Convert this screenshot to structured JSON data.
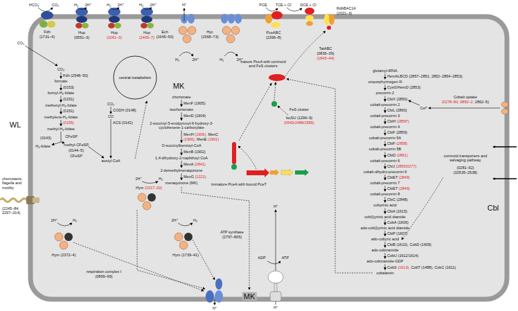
{
  "diagram": {
    "nodes": [
      {
        "text": [
          "central metabolism"
        ]
      }
    ],
    "labels": [
      "HCO₃⁻",
      "CO₂",
      "Fdh",
      "(1731–4)",
      "H₂",
      "2H⁺",
      "Hup",
      "(0551–3)",
      "H₂",
      "2H⁺",
      "Hup",
      "(1061–3)",
      "H₂",
      "2H⁺",
      "Hup",
      "(2405–7)",
      "H⁺",
      "Ech",
      "(1645–50)",
      "H₂",
      "2H⁺",
      "Hyc",
      "(1568–73)",
      "H₂",
      "2H⁺",
      "PCE",
      "TCE + Cl⁻",
      "DCE + Cl⁻",
      "PceABC",
      "(2396–8)",
      "RdhBAC14",
      "(2021–3)",
      "CO₂",
      "WL",
      "CO₂",
      "Fdh (2548–50)",
      "formate",
      "(0153)",
      "formyl-H₄-folate",
      "(0151)",
      "methenyl-H₄-folate",
      "(0151)",
      "methylene-H₄-folate",
      "(0155)",
      "methyl-H₄-folate",
      "(0143)",
      "CFeSP",
      "H₄-folate",
      "methyl-CFeSP",
      "(0144–5)",
      "CFeSP",
      "CO₂",
      "CODH (0148)",
      "CO",
      "ACS (0142)",
      "acetyl-CoA",
      "chemotaxis, flagella and motility",
      "(2245–84; 2297–314)",
      "MK",
      "chorismate",
      "MenF (1905)",
      "isochorismate",
      "MenD (1904)",
      "2-succinyl-5-enolpyruvyl-6-hydroxy-3-cyclohexene-1-carboxylate",
      "MenH",
      "(1906),",
      "MenC",
      "(1900),",
      "MenE",
      "(1901)",
      "O-succinylbenzoyl-CoA",
      "MenB (1902)",
      "1,4-dihydroxy-2-naphthoyl CoA",
      "MenA",
      "(2841)",
      "2-demethylmenaquinone",
      "MenG",
      "(1221)",
      "menaquinone (MK)",
      "2H⁺",
      "H₂",
      "Hym",
      "(2317–20)",
      "2H⁺",
      "H₂",
      "Hym",
      "(2372–4)",
      "2H⁺",
      "H₂",
      "Hym",
      "(1739–41)",
      "respiration complex I",
      "(0899–99)",
      "H⁺",
      "MK",
      "ATP synthase",
      "(2797–805)",
      "H⁺",
      "ADP",
      "ATP",
      "H⁺",
      "TatABC",
      "(0836–39)",
      "(1843–44)",
      "mature PceA with corrinoid and FeS clusters",
      "FeS cluster",
      "IscSU",
      "(1296–9)",
      "(0540/2488/2589)",
      "immature PceA with bound PceT",
      "glutamyl-tRNA",
      "HemALBCD (2857–2851; 2852–2854–2853)",
      "uroporphyrinogen III",
      "CysG/HemD (2853)",
      "precorrin 2",
      "CbiX (2850)",
      "cobalt-precorrin 2",
      "CbiL (2860)",
      "cobalt-precorrin 3",
      "CbiH",
      "(2856*)",
      "cobalt-precorrin 4",
      "CbiF (2859)",
      "cobalt-precorrin 5A",
      "CbiF",
      "(2858)",
      "cobalt-precorrin 5B",
      "CbiD",
      "(2861)",
      "cobalt-precorrin 6",
      "CbiJ",
      "(2855/0277)",
      "cobalt-dihydro-precorrin 6",
      "CbiET",
      "(2849)",
      "cobalt-precorrin 7",
      "CbiET",
      "(2849)",
      "cobalt-precorrin 8",
      "CbiC (2848)",
      "cobyrinic acid",
      "CbiA (1615)",
      "cob(I)yrinic acid diamide",
      "CobA (1606)",
      "ado-cob(I)yrinic acid diamide",
      "CbiP (1607)",
      "ado-cobyric acid",
      "CbiB (1610), CobD (1609)",
      "ado-cobinamide",
      "CobU (1612/1614)",
      "ado-cobinamide-GDP",
      "CobS",
      "(1613),",
      "CobT (1488), CobC (1611)",
      "cobalamin",
      "Co²⁺",
      "Cobalt uptake",
      "(0278–80; 0850–2;",
      "2862–5)",
      "corrinoid transporters and salvaging pathway",
      "(0281–92)",
      "(02535–2538)",
      "Cbl"
    ]
  }
}
